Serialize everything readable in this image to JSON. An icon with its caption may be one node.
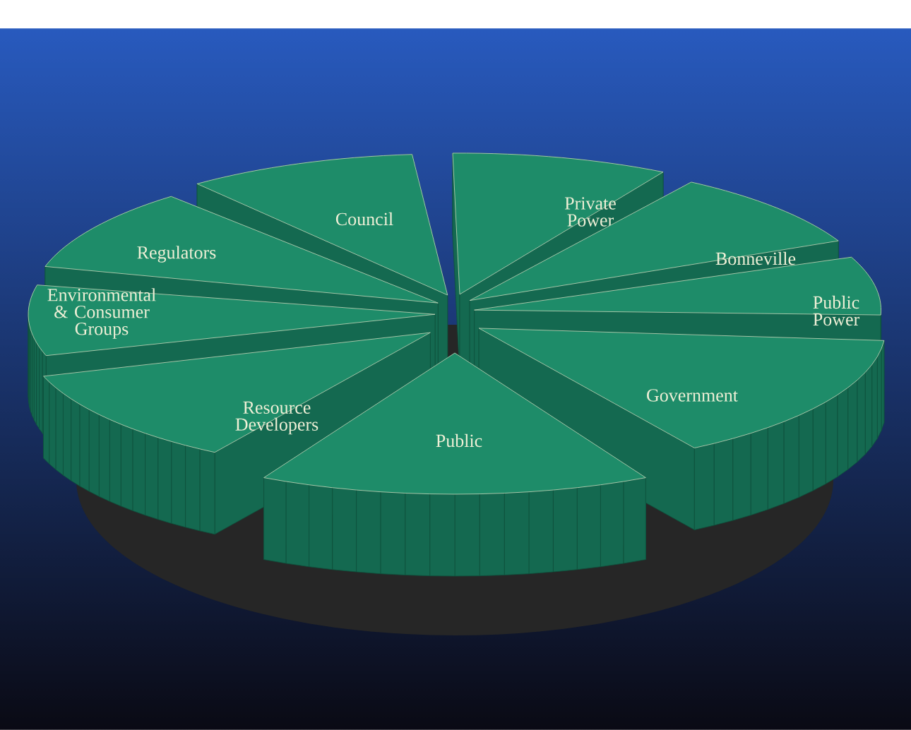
{
  "diagram": {
    "nodes": [
      {
        "text": [
          "Council"
        ]
      },
      {
        "text": [
          "Private Power"
        ]
      },
      {
        "text": [
          "Regulators"
        ]
      },
      {
        "text": [
          "Bonneville"
        ]
      },
      {
        "text": [
          "Environmental & Consumer Groups"
        ]
      },
      {
        "text": [
          "Public Power"
        ]
      },
      {
        "text": [
          "Resource Developers"
        ]
      },
      {
        "text": [
          "Government"
        ]
      },
      {
        "text": [
          "Public"
        ]
      }
    ]
  }
}
